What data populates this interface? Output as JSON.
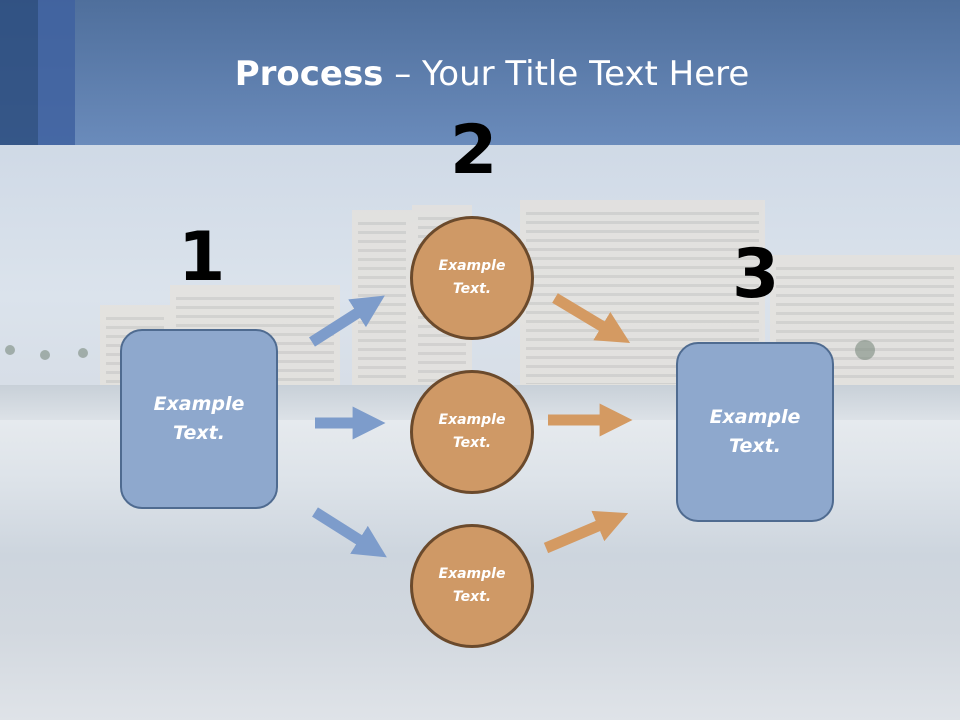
{
  "slide": {
    "title_bold": "Process",
    "title_rest": " – Your Title Text Here",
    "step_numbers": [
      "1",
      "2",
      "3"
    ],
    "left_box": "Example\nText.",
    "right_box": "Example\nText.",
    "circles": [
      "Example\nText.",
      "Example\nText.",
      "Example\nText."
    ]
  },
  "colors": {
    "header": "#6a8bbb",
    "box_fill": "#8ea8cd",
    "circle_fill": "#cf9966",
    "blue_arrow": "#7d9ccb",
    "orange_arrow": "#d49a62"
  }
}
